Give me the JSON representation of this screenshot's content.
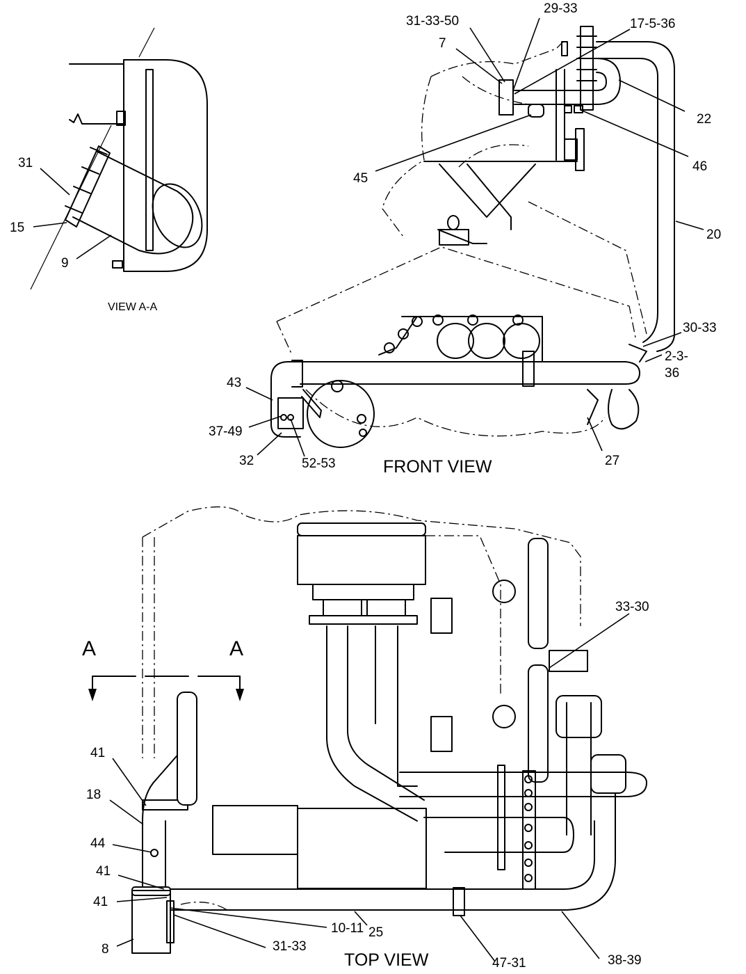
{
  "views": {
    "view_aa": "VIEW A-A",
    "front": "FRONT VIEW",
    "top": "TOP VIEW"
  },
  "section_marks": {
    "left": "A",
    "right": "A"
  },
  "callouts": {
    "c31_33_50": "31-33-50",
    "c29_33": "29-33",
    "c17_5_36": "17-5-36",
    "c7": "7",
    "c22": "22",
    "c46": "46",
    "c45": "45",
    "c20": "20",
    "c30_33": "30-33",
    "c2_3": "2-3-",
    "c36": "36",
    "c43": "43",
    "c37_49": "37-49",
    "c32": "32",
    "c52_53": "52-53",
    "c27": "27",
    "c31": "31",
    "c15": "15",
    "c9": "9",
    "c33_30": "33-30",
    "c41a": "41",
    "c18": "18",
    "c44": "44",
    "c41b": "41",
    "c41c": "41",
    "c10_11": "10-11",
    "c25": "25",
    "c8": "8",
    "c31_33": "31-33",
    "c47_31": "47-31",
    "c38_39": "38-39"
  }
}
